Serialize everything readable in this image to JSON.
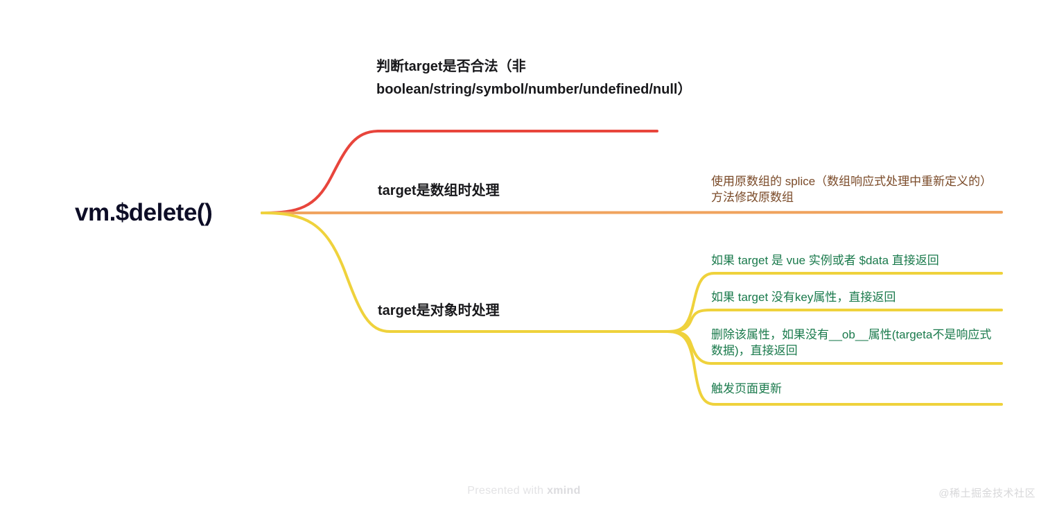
{
  "map": {
    "root": {
      "label": "vm.$delete()",
      "color": "#0d0d26"
    },
    "branches": [
      {
        "id": "validate",
        "label": "判断target是否合法（非boolean/string/symbol/number/undefined/null）",
        "line_color": "#e8453c",
        "children": []
      },
      {
        "id": "array",
        "label": "target是数组时处理",
        "line_color": "#f0a35e",
        "children": [
          {
            "id": "splice",
            "label": "使用原数组的 splice（数组响应式处理中重新定义的）方法修改原数组",
            "text_color": "#7a4a28"
          }
        ]
      },
      {
        "id": "object",
        "label": "target是对象时处理",
        "line_color": "#efd23c",
        "children": [
          {
            "id": "vue-instance-check",
            "label": "如果 target 是 vue 实例或者 $data 直接返回",
            "text_color": "#1a7a4c"
          },
          {
            "id": "has-key-check",
            "label": "如果 target 没有key属性，直接返回",
            "text_color": "#1a7a4c"
          },
          {
            "id": "delete-prop",
            "label": "删除该属性，如果没有__ob__属性(targeta不是响应式数据)，直接返回",
            "text_color": "#1a7a4c"
          },
          {
            "id": "trigger-update",
            "label": "触发页面更新",
            "text_color": "#1a7a4c"
          }
        ]
      }
    ]
  },
  "footer": {
    "xmind_prefix": "Presented with ",
    "xmind_brand": "xmind",
    "site_watermark": "@稀土掘金技术社区"
  }
}
